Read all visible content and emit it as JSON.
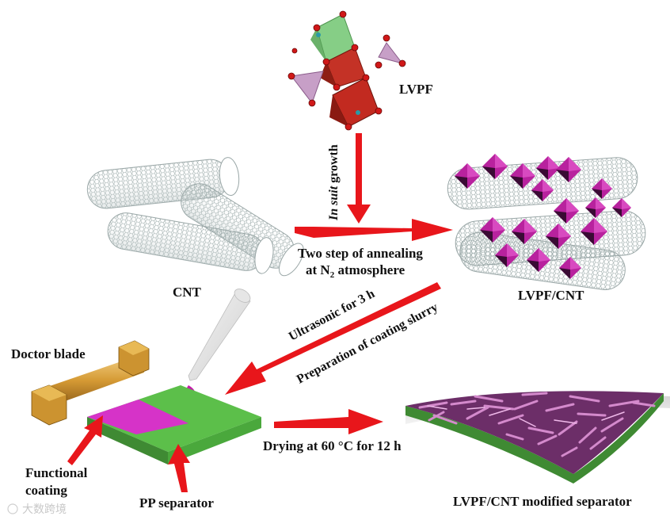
{
  "labels": {
    "lvpf": "LVPF",
    "in_situ_italic": "In suit",
    "in_situ_rest": " growth",
    "cnt": "CNT",
    "annealing_line1": "Two step of annealing",
    "annealing_line2_pre": "at N",
    "annealing_line2_sub": "2",
    "annealing_line2_post": " atmosphere",
    "lvpf_cnt": "LVPF/CNT",
    "ultrasonic": "Ultrasonic for 3 h",
    "preparation": "Preparation of coating slurry",
    "doctor_blade": "Doctor blade",
    "functional_line1": "Functional",
    "functional_line2": "coating",
    "pp_separator": "PP separator",
    "drying": "Drying at 60 °C for 12 h",
    "modified_separator": "LVPF/CNT modified separator"
  },
  "watermark": "大数跨境",
  "colors": {
    "arrow_red": "#e8161b",
    "octahedron_magenta": "#b8229e",
    "octahedron_dark": "#3a0b34",
    "pp_green": "#5cbf4a",
    "coating_magenta": "#d633c8",
    "blade_gold": "#d7a23a",
    "nanotube_gray": "#9aa7a7"
  }
}
